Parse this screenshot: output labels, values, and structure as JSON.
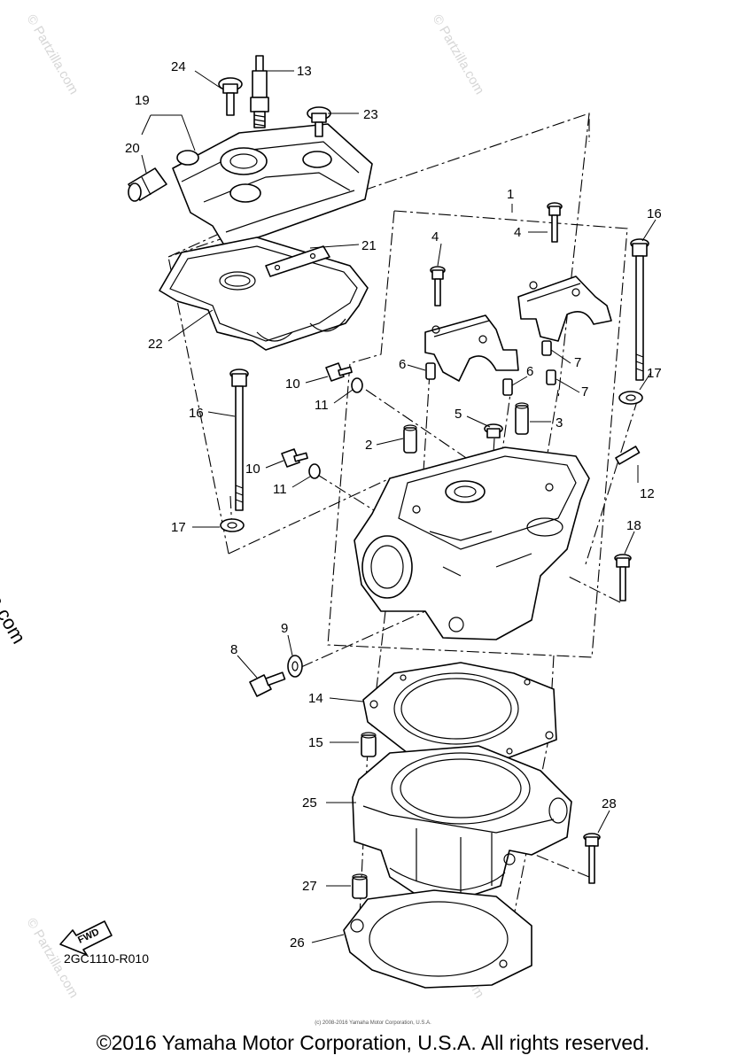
{
  "diagram": {
    "callouts": {
      "c1": "1",
      "c2": "2",
      "c3": "3",
      "c4a": "4",
      "c4b": "4",
      "c5": "5",
      "c6a": "6",
      "c6b": "6",
      "c7a": "7",
      "c7b": "7",
      "c8": "8",
      "c9": "9",
      "c10a": "10",
      "c10b": "10",
      "c11a": "11",
      "c11b": "11",
      "c12": "12",
      "c13": "13",
      "c14": "14",
      "c15": "15",
      "c16a": "16",
      "c16b": "16",
      "c17a": "17",
      "c17b": "17",
      "c18": "18",
      "c19": "19",
      "c20": "20",
      "c21": "21",
      "c22": "22",
      "c23": "23",
      "c24": "24",
      "c25": "25",
      "c26": "26",
      "c27": "27",
      "c28": "28"
    },
    "fwd_label": "FWD",
    "diagram_code": "2GC1110-R010"
  },
  "watermarks": {
    "side": "© Partzilla.com",
    "tile": "© Partzilla.com"
  },
  "footer": {
    "copyright": "©2016 Yamaha Motor Corporation, U.S.A. All rights reserved.",
    "fine_print": "(c) 2008-2016 Yamaha Motor Corporation, U.S.A."
  }
}
